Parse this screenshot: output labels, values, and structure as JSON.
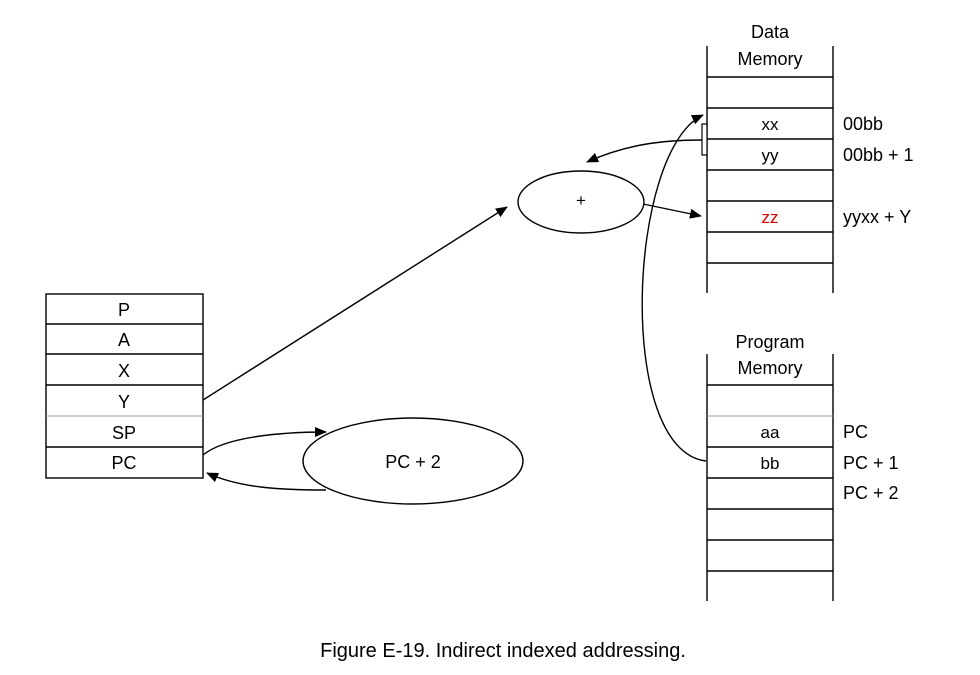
{
  "registers": [
    "P",
    "A",
    "X",
    "Y",
    "SP",
    "PC"
  ],
  "data_memory": {
    "title_line1": "Data",
    "title_line2": "Memory",
    "cells": [
      "",
      "xx",
      "yy",
      "",
      "zz",
      ""
    ],
    "addresses": [
      "",
      "00bb",
      "00bb + 1",
      "",
      "yyxx + Y",
      ""
    ],
    "highlight_color": "#e00000"
  },
  "program_memory": {
    "title_line1": "Program",
    "title_line2": "Memory",
    "cells": [
      "aa",
      "bb",
      "",
      "",
      ""
    ],
    "addresses": [
      "PC",
      "PC + 1",
      "PC + 2",
      "",
      ""
    ]
  },
  "adder_label": "+",
  "pc_increment_label": "PC + 2",
  "caption": "Figure E-19. Indirect indexed addressing."
}
